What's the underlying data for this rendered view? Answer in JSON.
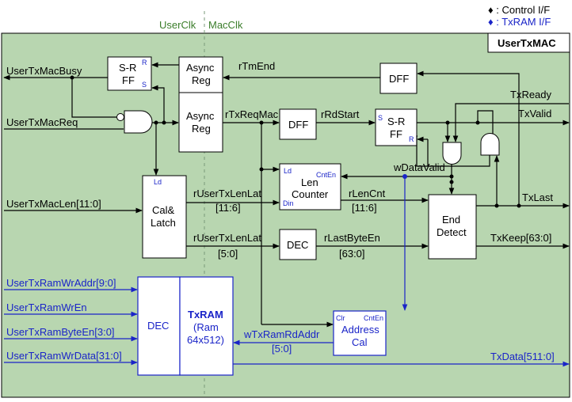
{
  "legend": {
    "control": "♦ : Control I/F",
    "txram": "♦ : TxRAM I/F"
  },
  "domains": {
    "left": "UserClk",
    "right": "MacClk"
  },
  "module_title": "UserTxMAC",
  "blocks": {
    "sr_ff_1": {
      "line1": "S-R",
      "line2": "FF",
      "pin_r": "R",
      "pin_s": "S"
    },
    "async_reg_1": {
      "line1": "Async",
      "line2": "Reg"
    },
    "async_reg_2": {
      "line1": "Async",
      "line2": "Reg"
    },
    "dff_1": "DFF",
    "dff_2": "DFF",
    "sr_ff_2": {
      "line1": "S-R",
      "line2": "FF",
      "pin_s": "S",
      "pin_r": "R"
    },
    "cal_latch": {
      "line1": "Cal&",
      "line2": "Latch",
      "pin_ld": "Ld"
    },
    "len_counter": {
      "line1": "Len",
      "line2": "Counter",
      "pin_ld": "Ld",
      "pin_cnten": "CntEn",
      "pin_din": "Din"
    },
    "dec_1": "DEC",
    "end_detect": {
      "line1": "End",
      "line2": "Detect"
    },
    "dec_2": "DEC",
    "txram": {
      "line1": "TxRAM",
      "line2": "(Ram",
      "line3": "64x512)"
    },
    "address_cal": {
      "line1": "Address",
      "line2": "Cal",
      "pin_clr": "Clr",
      "pin_cnten": "CntEn"
    }
  },
  "signals": {
    "user_tx_mac_busy": "UserTxMacBusy",
    "user_tx_mac_req": "UserTxMacReq",
    "user_tx_mac_len": "UserTxMacLen[11:0]",
    "r_tm_end": "rTmEnd",
    "r_tx_req_mac": "rTxReqMac",
    "r_rd_start": "rRdStart",
    "tx_ready": "TxReady",
    "tx_valid": "TxValid",
    "w_data_valid": "wDataValid",
    "r_user_tx_len_lat_a": "rUserTxLenLat",
    "r_user_tx_len_lat_a_bits": "[11:6]",
    "r_len_cnt": "rLenCnt",
    "r_len_cnt_bits": "[11:6]",
    "tx_last": "TxLast",
    "r_user_tx_len_lat_b": "rUserTxLenLat",
    "r_user_tx_len_lat_b_bits": "[5:0]",
    "r_last_byte_en": "rLastByteEn",
    "r_last_byte_en_bits": "[63:0]",
    "tx_keep": "TxKeep[63:0]",
    "user_tx_ram_wr_addr": "UserTxRamWrAddr[9:0]",
    "user_tx_ram_wr_en": "UserTxRamWrEn",
    "user_tx_ram_byte_en": "UserTxRamByteEn[3:0]",
    "user_tx_ram_wr_data": "UserTxRamWrData[31:0]",
    "w_tx_ram_rd_addr": "wTxRamRdAddr",
    "w_tx_ram_rd_addr_bits": "[5:0]",
    "tx_data": "TxData[511:0]"
  },
  "colors": {
    "control": "#000000",
    "txram": "#1a24c8",
    "domain_label": "#3a7d2a",
    "module_fill": "#b8d6b0"
  }
}
